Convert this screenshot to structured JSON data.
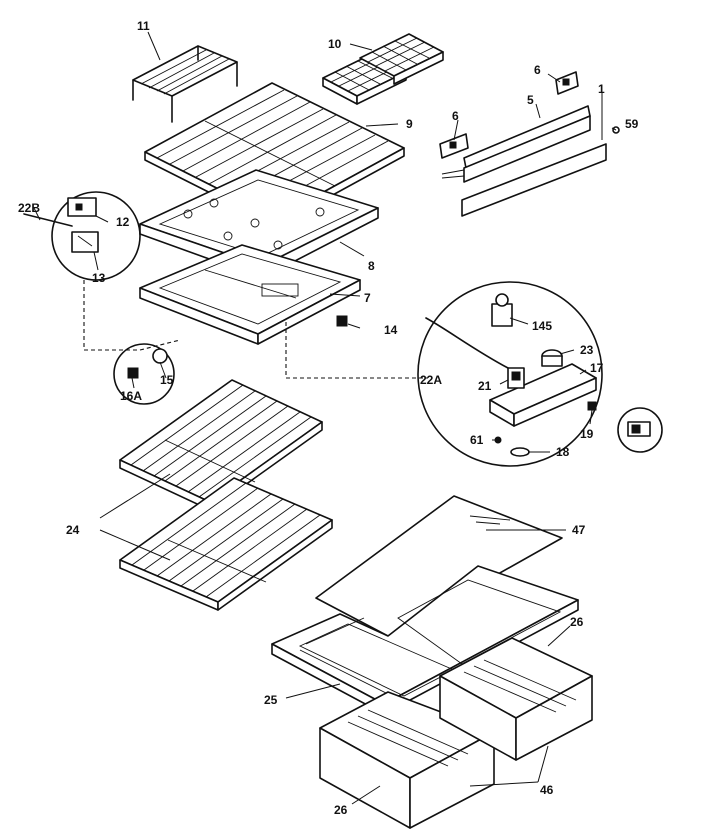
{
  "labels": {
    "p1": "1",
    "p5": "5",
    "p6a": "6",
    "p6b": "6",
    "p59": "59",
    "p7": "7",
    "p8": "8",
    "p9": "9",
    "p10": "10",
    "p11": "11",
    "p12": "12",
    "p13": "13",
    "p14": "14",
    "p15": "15",
    "p16a": "16A",
    "p17": "17",
    "p18": "18",
    "p19": "19",
    "p21": "21",
    "p22a": "22A",
    "p22b": "22B",
    "p23": "23",
    "p24": "24",
    "p25": "25",
    "p26a": "26",
    "p26b": "26",
    "p46": "46",
    "p47": "47",
    "p61": "61",
    "p145": "145"
  }
}
